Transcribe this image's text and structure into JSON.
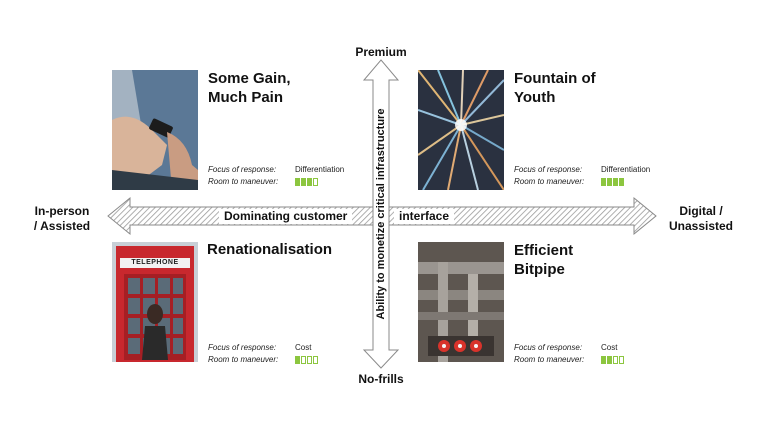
{
  "axes": {
    "top": "Premium",
    "bottom": "No-frills",
    "left": "In-person\n/ Assisted",
    "right": "Digital /\nUnassisted",
    "vertical": "Ability to monetize critical infrastructure",
    "horizontal_left": "Dominating customer",
    "horizontal_right": "interface"
  },
  "quadrants": [
    {
      "id": "tl",
      "title": "Some Gain,\nMuch Pain",
      "focus_label": "Focus of response:",
      "focus_value": "Differentiation",
      "room_label": "Room to maneuver:",
      "room_level": 3,
      "room_max": 4,
      "image": "hand-holding-phone"
    },
    {
      "id": "tr",
      "title": "Fountain of\nYouth",
      "focus_label": "Focus of response:",
      "focus_value": "Differentiation",
      "room_label": "Room to maneuver:",
      "room_level": 4,
      "room_max": 4,
      "image": "light-speed-burst"
    },
    {
      "id": "bl",
      "title": "Renationalisation",
      "focus_label": "Focus of response:",
      "focus_value": "Cost",
      "room_label": "Room to maneuver:",
      "room_level": 1,
      "room_max": 4,
      "image": "red-telephone-box",
      "image_text": "TELEPHONE"
    },
    {
      "id": "br",
      "title": "Efficient\nBitpipe",
      "focus_label": "Focus of response:",
      "focus_value": "Cost",
      "room_label": "Room to maneuver:",
      "room_level": 2,
      "room_max": 4,
      "image": "industrial-pipes"
    }
  ],
  "colors": {
    "bar_fill": "#8cc63f",
    "arrow_stroke": "#8a8a8a"
  }
}
